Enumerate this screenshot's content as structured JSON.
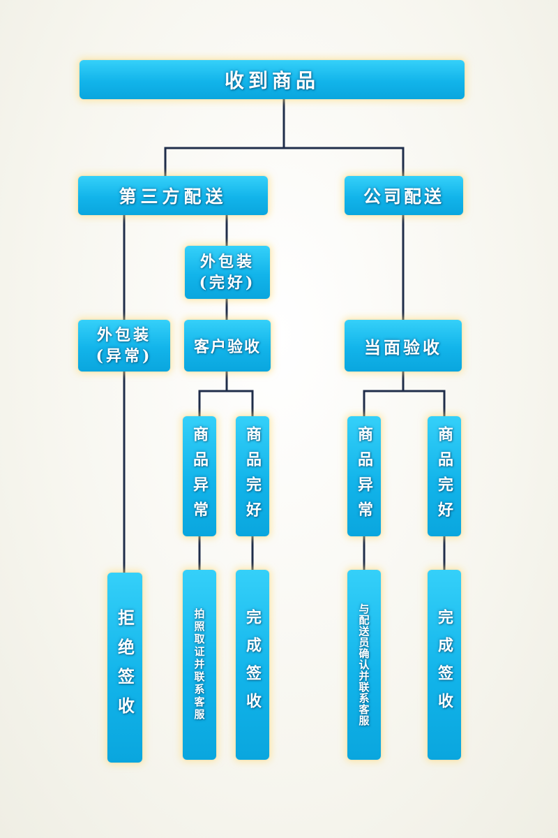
{
  "nodes": {
    "root": "收到商品",
    "third_party": "第三方配送",
    "company": "公司配送",
    "pkg_intact": "外包装\n(完好)",
    "pkg_abnormal": "外包装\n(异常)",
    "customer_check": "客户验收",
    "face_check": "当面验收",
    "cc_goods_abnormal": "商品异常",
    "cc_goods_intact": "商品完好",
    "fc_goods_abnormal": "商品异常",
    "fc_goods_intact": "商品完好",
    "reject": "拒绝签收",
    "photo_contact": "拍照取证并联系客服",
    "cc_complete": "完成签收",
    "confirm_contact": "与配送员确认并联系客服",
    "fc_complete": "完成签收"
  },
  "colors": {
    "node_fill": "#12b4ea",
    "line": "#1f2d4a",
    "glow": "#ffdc78"
  }
}
